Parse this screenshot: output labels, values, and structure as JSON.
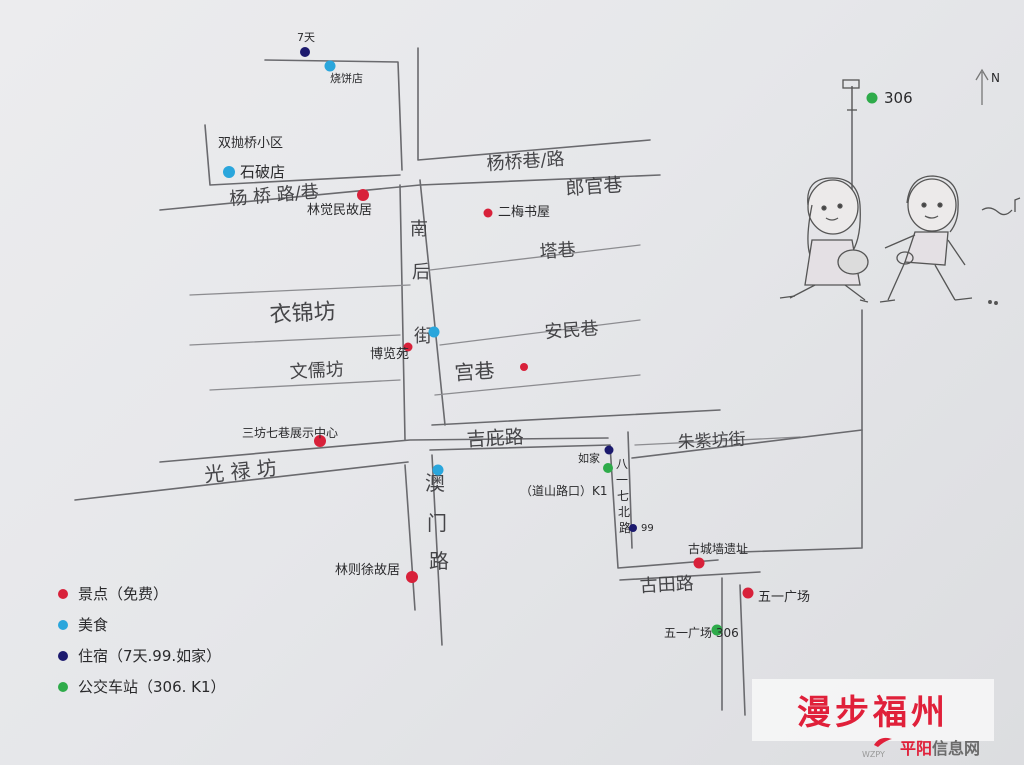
{
  "streets": {
    "yangqiao": "杨桥巷/路",
    "langguan": "郎官巷",
    "yangqiao_west": "杨 桥 路/巷",
    "nanhoujie_1": "南",
    "nanhoujie_2": "后",
    "nanhoujie_3": "街",
    "ta": "塔巷",
    "yijin": "衣锦坊",
    "wenru": "文儒坊",
    "anmin": "安民巷",
    "gong": "宫巷",
    "jiqing": "吉庇路",
    "guanglu": "光 禄 坊",
    "aomen": "澳门路",
    "zhuzifang": "朱紫坊街",
    "bayiqi": "八一七北路",
    "gutian": "古田路",
    "shuangbao": "双抛桥小区"
  },
  "places": {
    "seven_days": "7天",
    "kaoxiang": "烧饼店",
    "shipo": "石破店",
    "lin_juemin": "林觉民故居",
    "ershuzhou": "二梅书屋",
    "chen_yuan": "博览苑",
    "sanfang": "三坊七巷展示中心",
    "lin_zexu": "林则徐故居",
    "rujia": "如家",
    "jiqinglu_stop": "（道山路口）K1",
    "hotel99": "99",
    "gucheng": "古城墙遗址",
    "wuyi_stop": "五一广场 306",
    "wuyi_square": "五一广场",
    "bus306": "306",
    "north": "N"
  },
  "legend": {
    "sights": "景点（免费）",
    "food": "美食",
    "hotel": "住宿（7天.99.如家）",
    "bus": "公交车站（306. K1）"
  },
  "colors": {
    "sight": "#d8213a",
    "food": "#2aa6dc",
    "hotel": "#1c1a6e",
    "bus": "#2eab4a",
    "brand": "#e0203a"
  },
  "brand": {
    "title": "漫步福州",
    "site_a": "平阳",
    "site_b": "信息网",
    "site_small": "WZPY"
  }
}
